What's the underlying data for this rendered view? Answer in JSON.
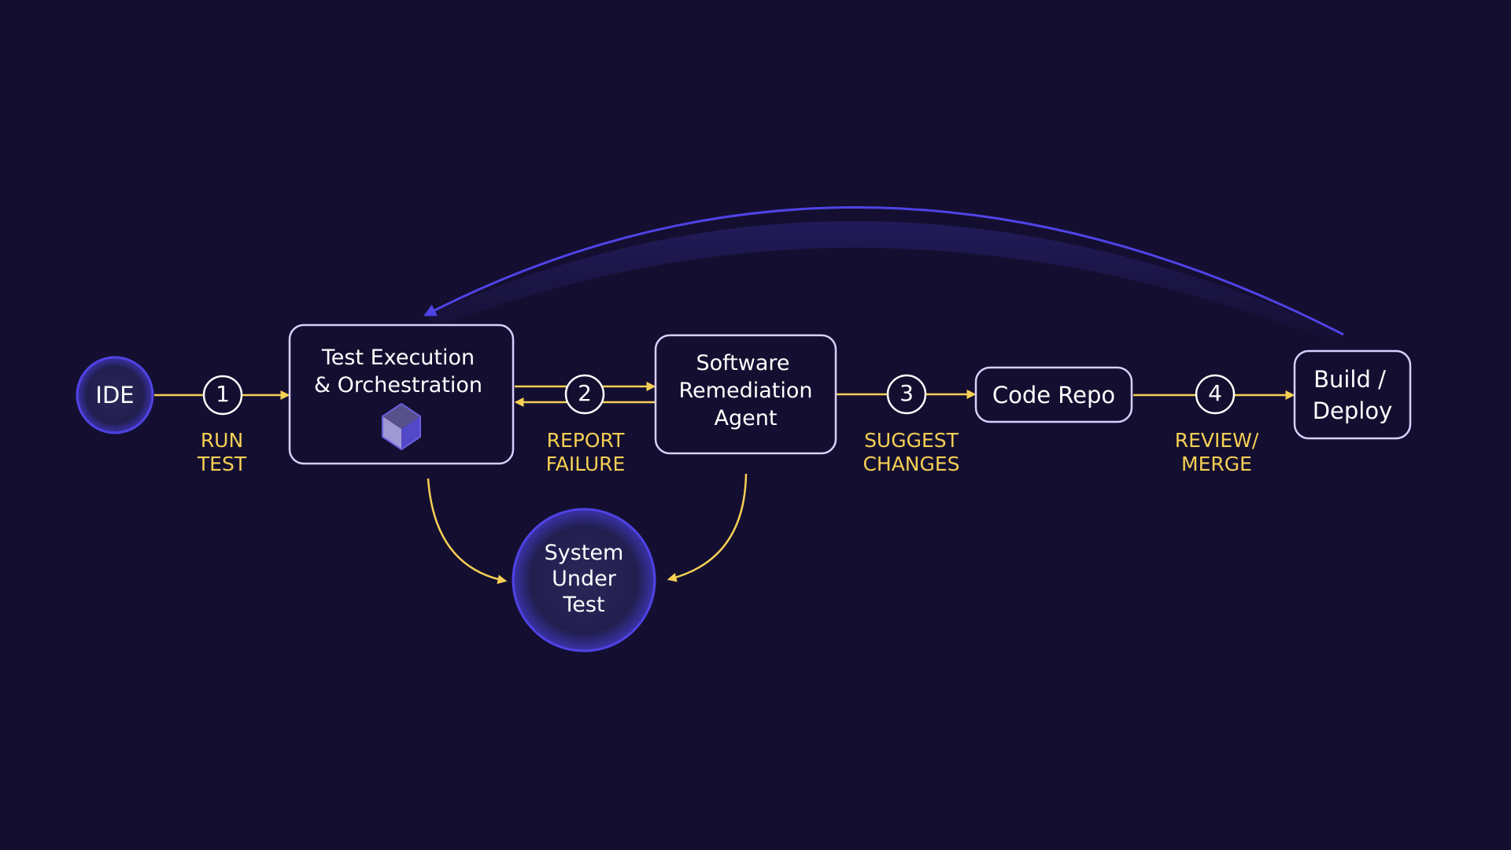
{
  "colors": {
    "background": "#140f30",
    "node_stroke": "#d9cfff",
    "circle_stroke": "#4f43e6",
    "step_arrow": "#f6cf55",
    "feedback_arrow": "#4f43e6",
    "label_text": "#f6cf55",
    "node_text": "#ffffff"
  },
  "nodes": {
    "ide": {
      "label": "IDE"
    },
    "test_execution": {
      "line1": "Test Execution",
      "line2": "& Orchestration",
      "icon": "cube-icon"
    },
    "remediation_agent": {
      "line1": "Software",
      "line2": "Remediation",
      "line3": "Agent"
    },
    "code_repo": {
      "label": "Code Repo"
    },
    "build_deploy": {
      "line1": "Build /",
      "line2": "Deploy"
    },
    "system_under_test": {
      "line1": "System",
      "line2": "Under",
      "line3": "Test"
    }
  },
  "steps": [
    {
      "number": "1",
      "label_line1": "RUN",
      "label_line2": "TEST"
    },
    {
      "number": "2",
      "label_line1": "REPORT",
      "label_line2": "FAILURE"
    },
    {
      "number": "3",
      "label_line1": "SUGGEST",
      "label_line2": "CHANGES"
    },
    {
      "number": "4",
      "label_line1": "REVIEW/",
      "label_line2": "MERGE"
    }
  ]
}
